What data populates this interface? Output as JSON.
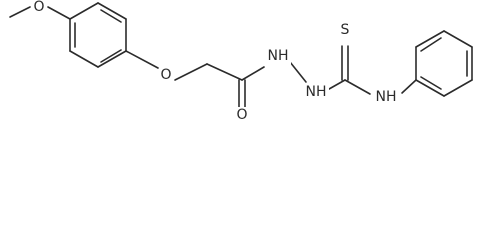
{
  "molecule": {
    "atoms": {
      "methyl_o": "O",
      "ether_o": "O",
      "carbonyl_o": "O",
      "nh_1": "NH",
      "nh_2": "NH",
      "thione_s": "S",
      "nh_anilide": "NH"
    }
  }
}
